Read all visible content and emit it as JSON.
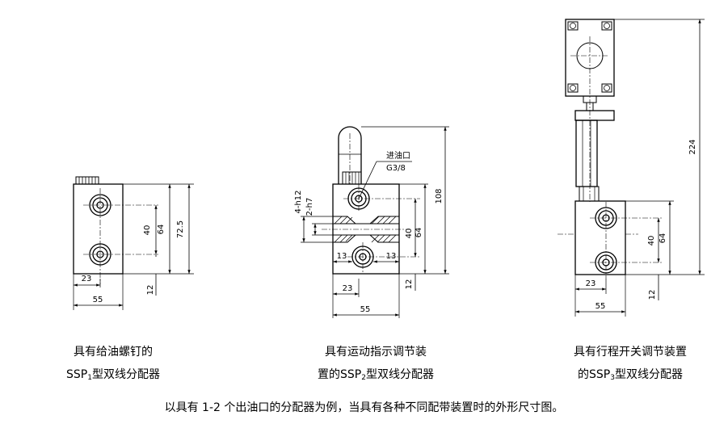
{
  "figures": [
    {
      "caption_line1": "具有给油螺钉的",
      "caption_prefix": "SSP",
      "caption_sub": "1",
      "caption_suffix": "型双线分配器",
      "dims": {
        "d40": "40",
        "d64": "64",
        "d725": "72.5",
        "d23": "23",
        "d55": "55",
        "d12": "12"
      }
    },
    {
      "caption_line1": "具有运动指示调节装",
      "caption_prefix": "置的SSP",
      "caption_sub": "2",
      "caption_suffix": "型双线分配器",
      "dims": {
        "port_label": "进油口",
        "port_thread": "G3/8",
        "fit1": "4-h12",
        "fit2": "2-h7",
        "d13a": "13",
        "d13b": "13",
        "d40": "40",
        "d64": "64",
        "d108": "108",
        "d12": "12",
        "d23": "23",
        "d55": "55"
      }
    },
    {
      "caption_line1": "具有行程开关调节装置",
      "caption_prefix": "的SSP",
      "caption_sub": "3",
      "caption_suffix": "型双线分配器",
      "dims": {
        "d224": "224",
        "d40": "40",
        "d64": "64",
        "d23": "23",
        "d55": "55",
        "d12": "12"
      }
    }
  ],
  "footer": "以具有 1-2 个出油口的分配器为例，当具有各种不同配带装置时的外形尺寸图。"
}
